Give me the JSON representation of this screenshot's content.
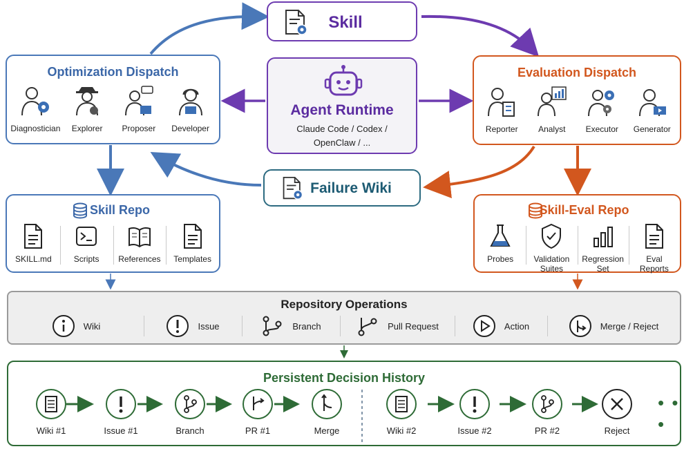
{
  "skill": {
    "title": "Skill"
  },
  "runtime": {
    "title": "Agent Runtime",
    "line1": "Claude Code / Codex /",
    "line2": "OpenClaw / ..."
  },
  "failure_wiki": {
    "title": "Failure Wiki"
  },
  "optimization": {
    "title": "Optimization Dispatch",
    "agents": [
      "Diagnostician",
      "Explorer",
      "Proposer",
      "Developer"
    ]
  },
  "evaluation": {
    "title": "Evaluation Dispatch",
    "agents": [
      "Reporter",
      "Analyst",
      "Executor",
      "Generator"
    ]
  },
  "skill_repo": {
    "title": "Skill Repo",
    "items": [
      "SKILL.md",
      "Scripts",
      "References",
      "Templates"
    ]
  },
  "eval_repo": {
    "title": "Skill-Eval Repo",
    "items": [
      [
        "Probes"
      ],
      [
        "Validation",
        "Suites"
      ],
      [
        "Regression",
        "Set"
      ],
      [
        "Eval",
        "Reports"
      ]
    ]
  },
  "operations": {
    "title": "Repository Operations",
    "items": [
      "Wiki",
      "Issue",
      "Branch",
      "Pull Request",
      "Action",
      "Merge / Reject"
    ]
  },
  "history": {
    "title": "Persistent Decision History",
    "nodes": [
      "Wiki #1",
      "Issue #1",
      "Branch",
      "PR #1",
      "Merge",
      "Wiki #2",
      "Issue #2",
      "PR #2",
      "Reject"
    ],
    "more": "• • •"
  },
  "colors": {
    "purple": "#6d3bb0",
    "blue": "#4a78b8",
    "orange": "#d2571e",
    "teal": "#2c6a80",
    "green": "#2e6b36"
  }
}
